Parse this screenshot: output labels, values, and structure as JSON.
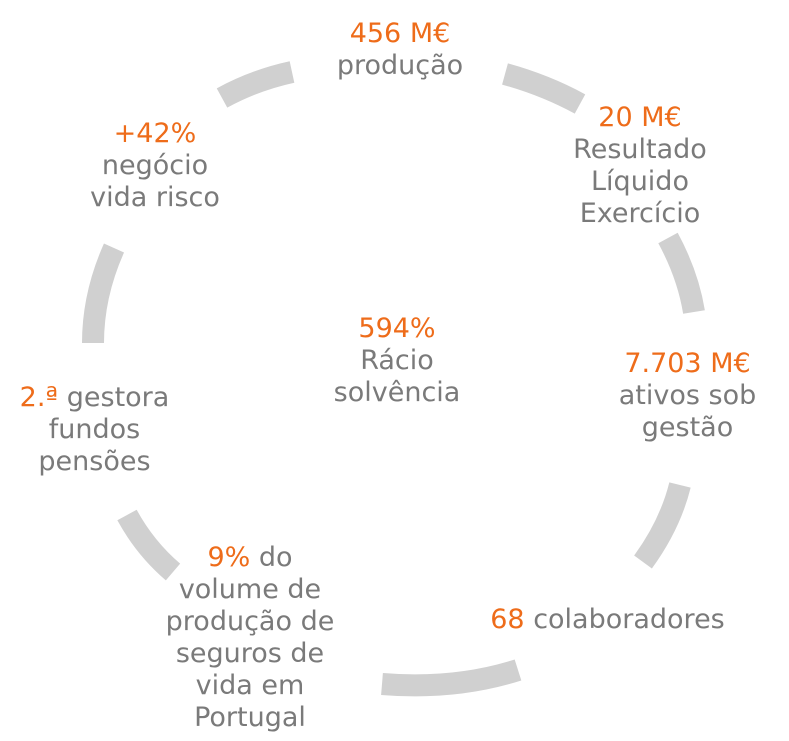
{
  "colors": {
    "highlight": "#ee6c1a",
    "text": "#7a7a7a",
    "ring": "#d0d0d0"
  },
  "items": {
    "production": {
      "value": "456 M€",
      "label": "produção"
    },
    "net_income": {
      "value": "20 M€",
      "lines": [
        "Resultado",
        "Líquido",
        "Exercício"
      ]
    },
    "assets": {
      "value": "7.703 M€",
      "lines": [
        "ativos sob",
        "gestão"
      ]
    },
    "employees": {
      "value": "68",
      "label": "colaboradores"
    },
    "market_share": {
      "value": "9%",
      "first_suffix": "do",
      "lines": [
        "volume de",
        "produção de",
        "seguros de",
        "vida em",
        "Portugal"
      ]
    },
    "pension_funds": {
      "value": "2.ª",
      "first_suffix": "gestora",
      "lines": [
        "fundos",
        "pensões"
      ]
    },
    "risk_life": {
      "value": "+42%",
      "lines": [
        "negócio",
        "vida risco"
      ]
    },
    "solvency": {
      "value": "594%",
      "lines": [
        "Rácio",
        "solvência"
      ]
    }
  }
}
